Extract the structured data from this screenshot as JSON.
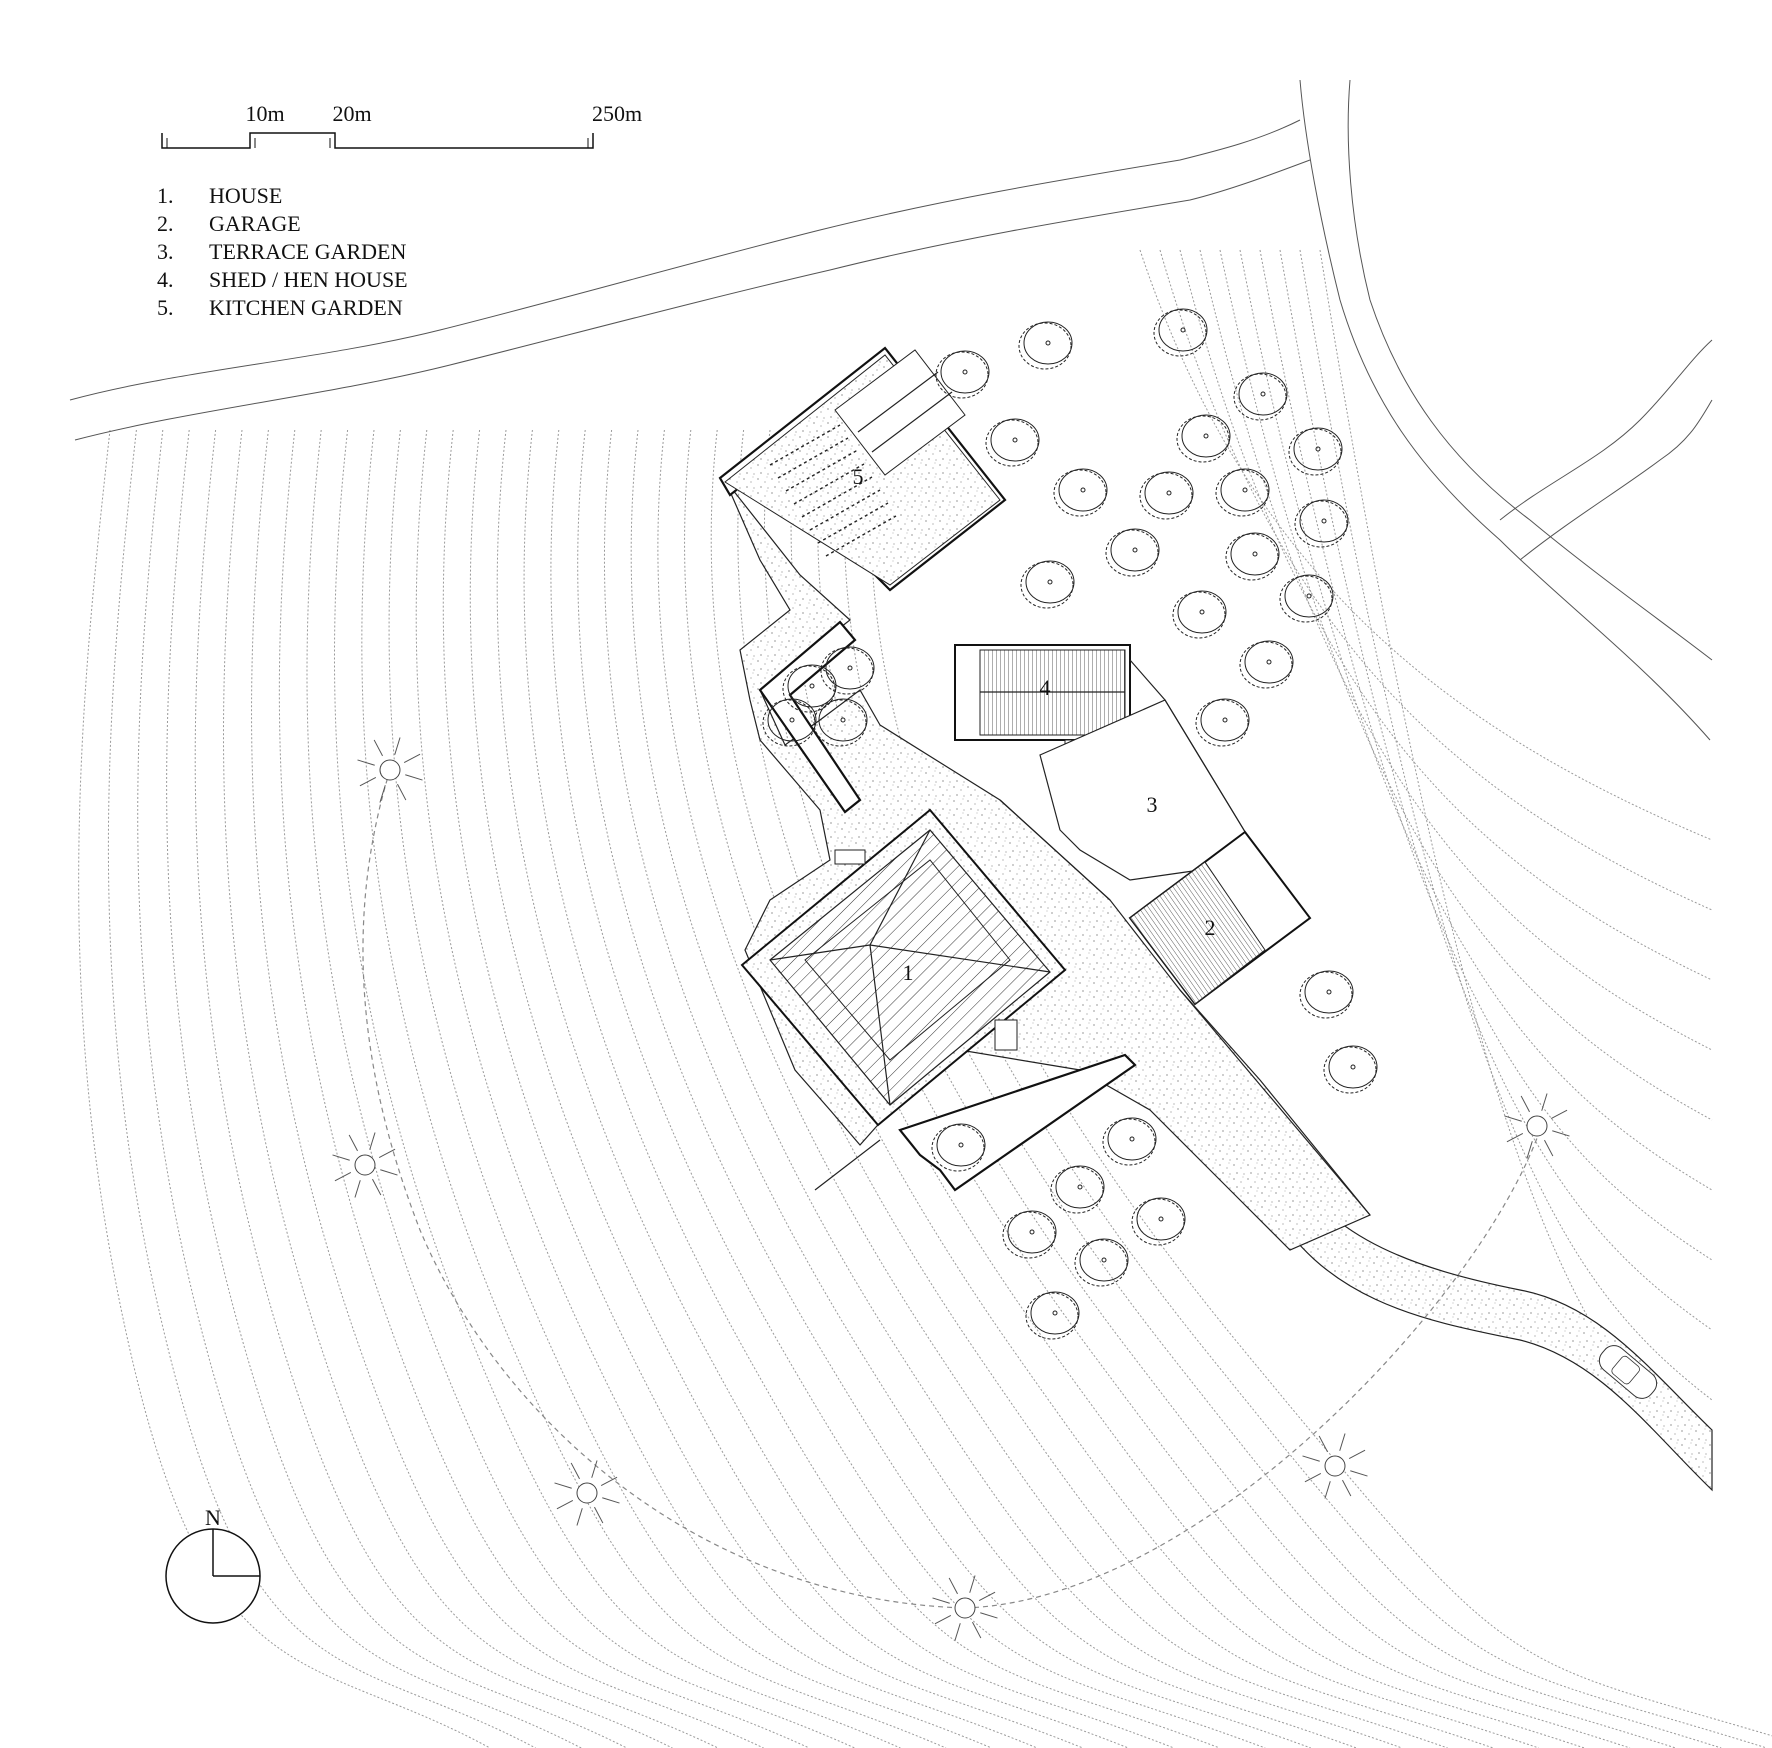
{
  "scale_bar": {
    "ticks": [
      "10m",
      "20m",
      "250m"
    ]
  },
  "legend": [
    {
      "num": "1.",
      "name": "HOUSE"
    },
    {
      "num": "2.",
      "name": "GARAGE"
    },
    {
      "num": "3.",
      "name": "TERRACE GARDEN"
    },
    {
      "num": "4.",
      "name": "SHED / HEN HOUSE"
    },
    {
      "num": "5.",
      "name": "KITCHEN GARDEN"
    }
  ],
  "plan_labels": {
    "house": "1",
    "garage": "2",
    "terrace": "3",
    "shed": "4",
    "kitchen_garden": "5"
  },
  "north_label": "N",
  "colors": {
    "ink": "#111111",
    "contour": "#9a9a9a",
    "background": "#ffffff"
  }
}
